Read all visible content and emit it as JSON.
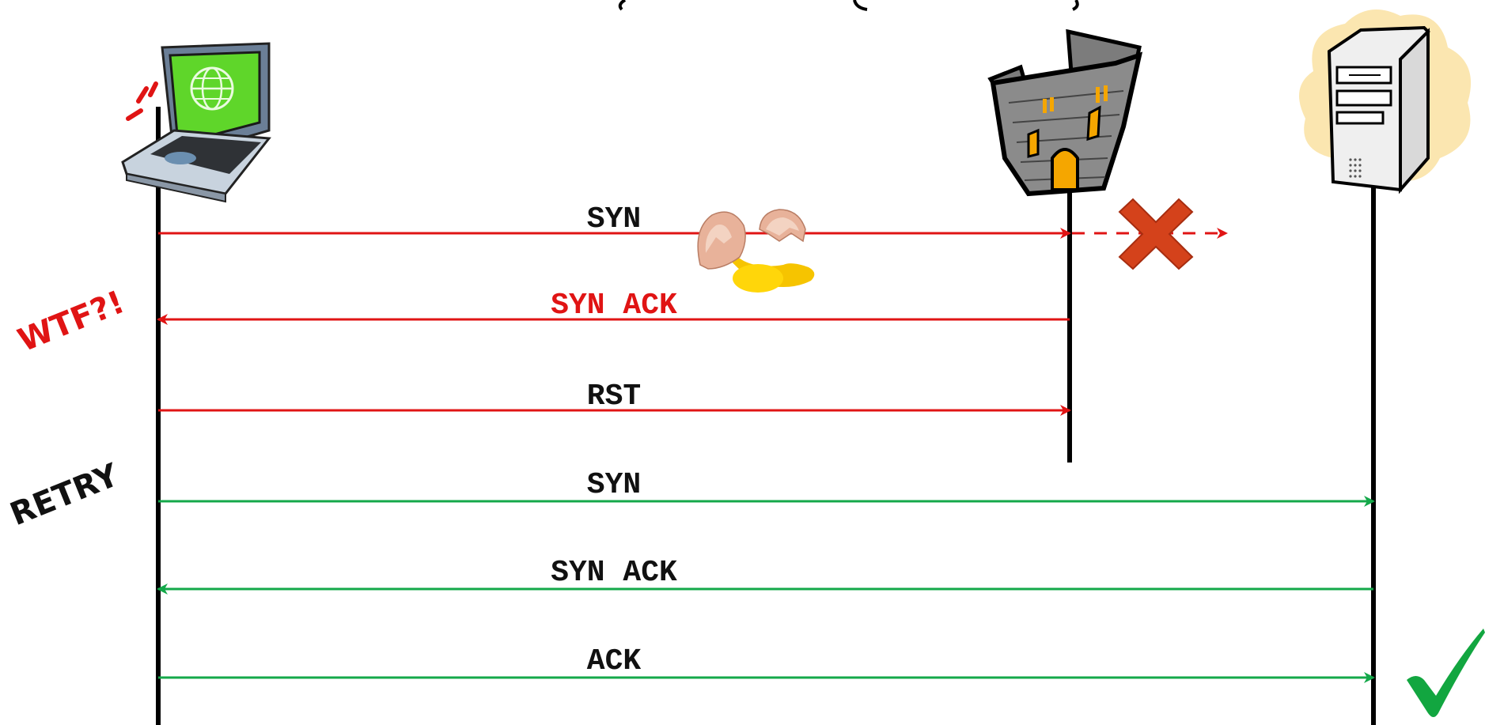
{
  "colors": {
    "blocked": "#e01414",
    "success": "#14a84a",
    "lifeline": "#000000",
    "x_mark": "#d4421b",
    "check": "#12a640"
  },
  "icons": {
    "client": "laptop-globe-icon",
    "firewall": "castle-tower-icon",
    "server": "server-tower-icon",
    "broken": "broken-egg-icon",
    "blocked_mark": "red-x-icon",
    "success_mark": "green-check-icon"
  },
  "messages": [
    {
      "label": "SYN",
      "color": "blocked",
      "dir": "right",
      "phase": "blocked"
    },
    {
      "label": "SYN ACK",
      "color": "blocked",
      "dir": "left",
      "phase": "blocked"
    },
    {
      "label": "RST",
      "color": "blocked",
      "dir": "right",
      "phase": "blocked"
    },
    {
      "label": "SYN",
      "color": "success",
      "dir": "right",
      "phase": "retry"
    },
    {
      "label": "SYN ACK",
      "color": "success",
      "dir": "left",
      "phase": "retry"
    },
    {
      "label": "ACK",
      "color": "success",
      "dir": "right",
      "phase": "retry"
    }
  ],
  "notes": {
    "wtf": "WTF?!",
    "retry": "RETRY"
  }
}
